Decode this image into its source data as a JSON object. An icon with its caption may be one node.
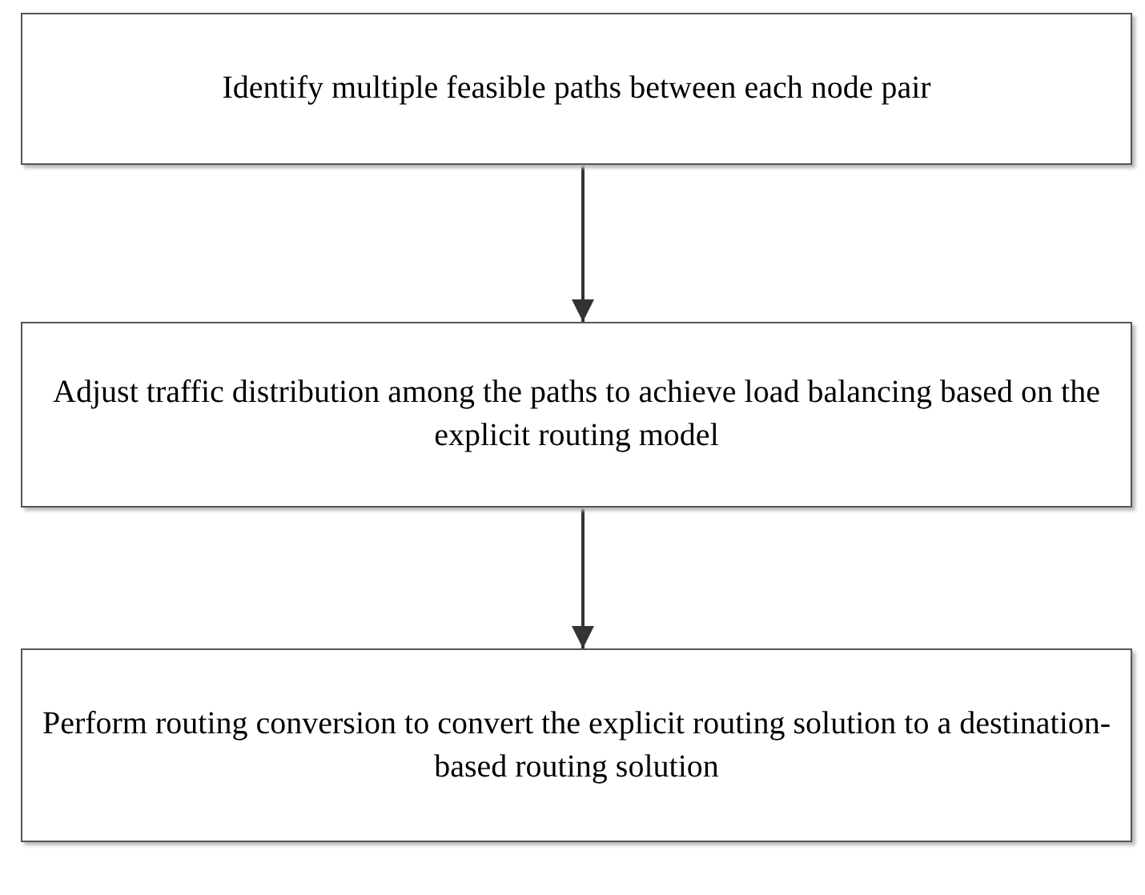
{
  "diagram": {
    "nodes": [
      {
        "text": [
          "Identify multiple feasible paths between each node pair"
        ]
      },
      {
        "text": [
          "Adjust traffic distribution among the paths to achieve load balancing based on the explicit routing model"
        ]
      },
      {
        "text": [
          "Perform routing conversion to convert the explicit routing solution to a destination-based routing solution"
        ]
      }
    ],
    "edges": [
      {
        "from": 0,
        "to": 1,
        "arrow": "to"
      },
      {
        "from": 1,
        "to": 2,
        "arrow": "to"
      }
    ]
  }
}
